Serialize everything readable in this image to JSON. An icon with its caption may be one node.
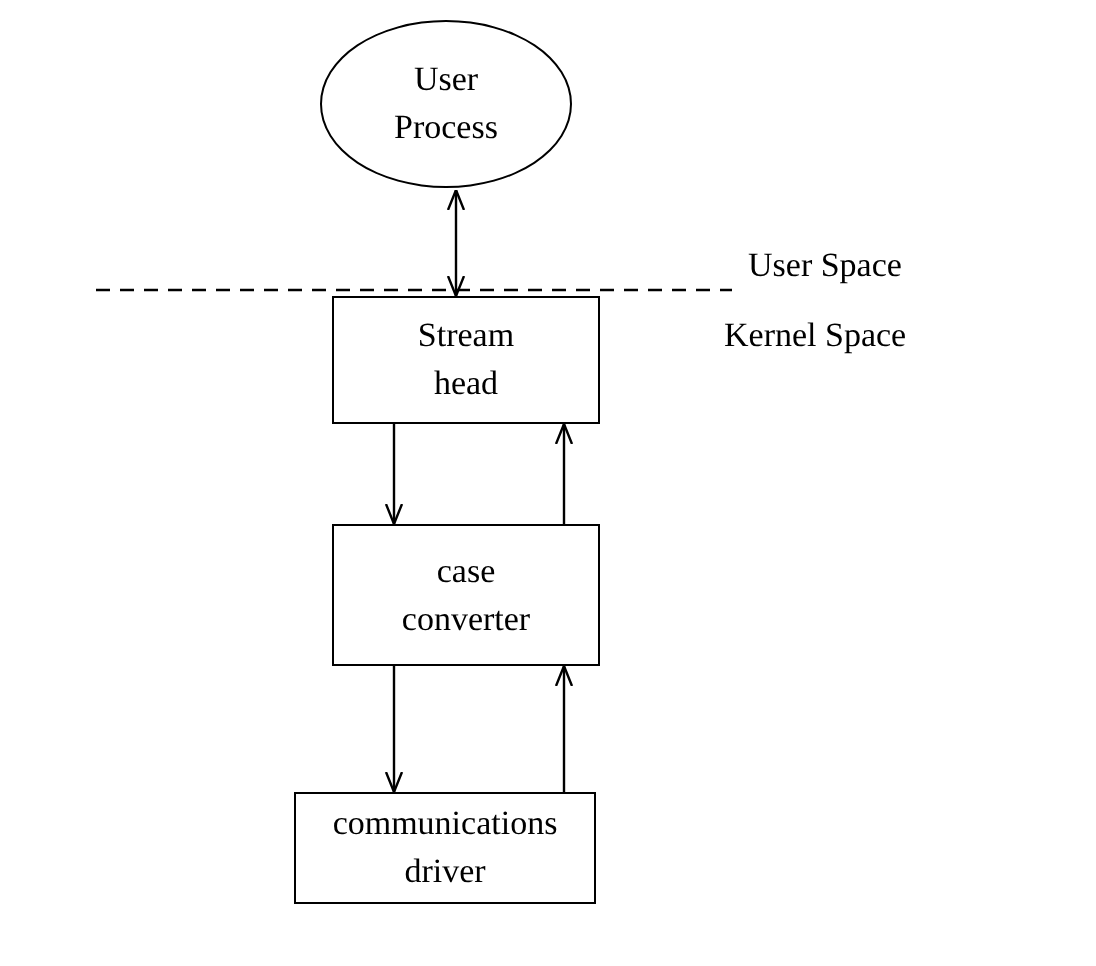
{
  "diagram": {
    "nodes": [
      {
        "text": [
          "User Process"
        ]
      },
      {
        "text": [
          "Stream head"
        ]
      },
      {
        "text": [
          "case converter"
        ]
      },
      {
        "text": [
          "communications driver"
        ]
      }
    ],
    "edges": [
      {
        "from": 0,
        "to": 1,
        "arrow": "both"
      },
      {
        "from": 1,
        "to": 2,
        "arrow": "to"
      },
      {
        "from": 2,
        "to": 1,
        "arrow": "to"
      },
      {
        "from": 2,
        "to": 3,
        "arrow": "to"
      },
      {
        "from": 3,
        "to": 2,
        "arrow": "to"
      }
    ],
    "labels": [
      "User Space",
      "Kernel Space"
    ]
  }
}
